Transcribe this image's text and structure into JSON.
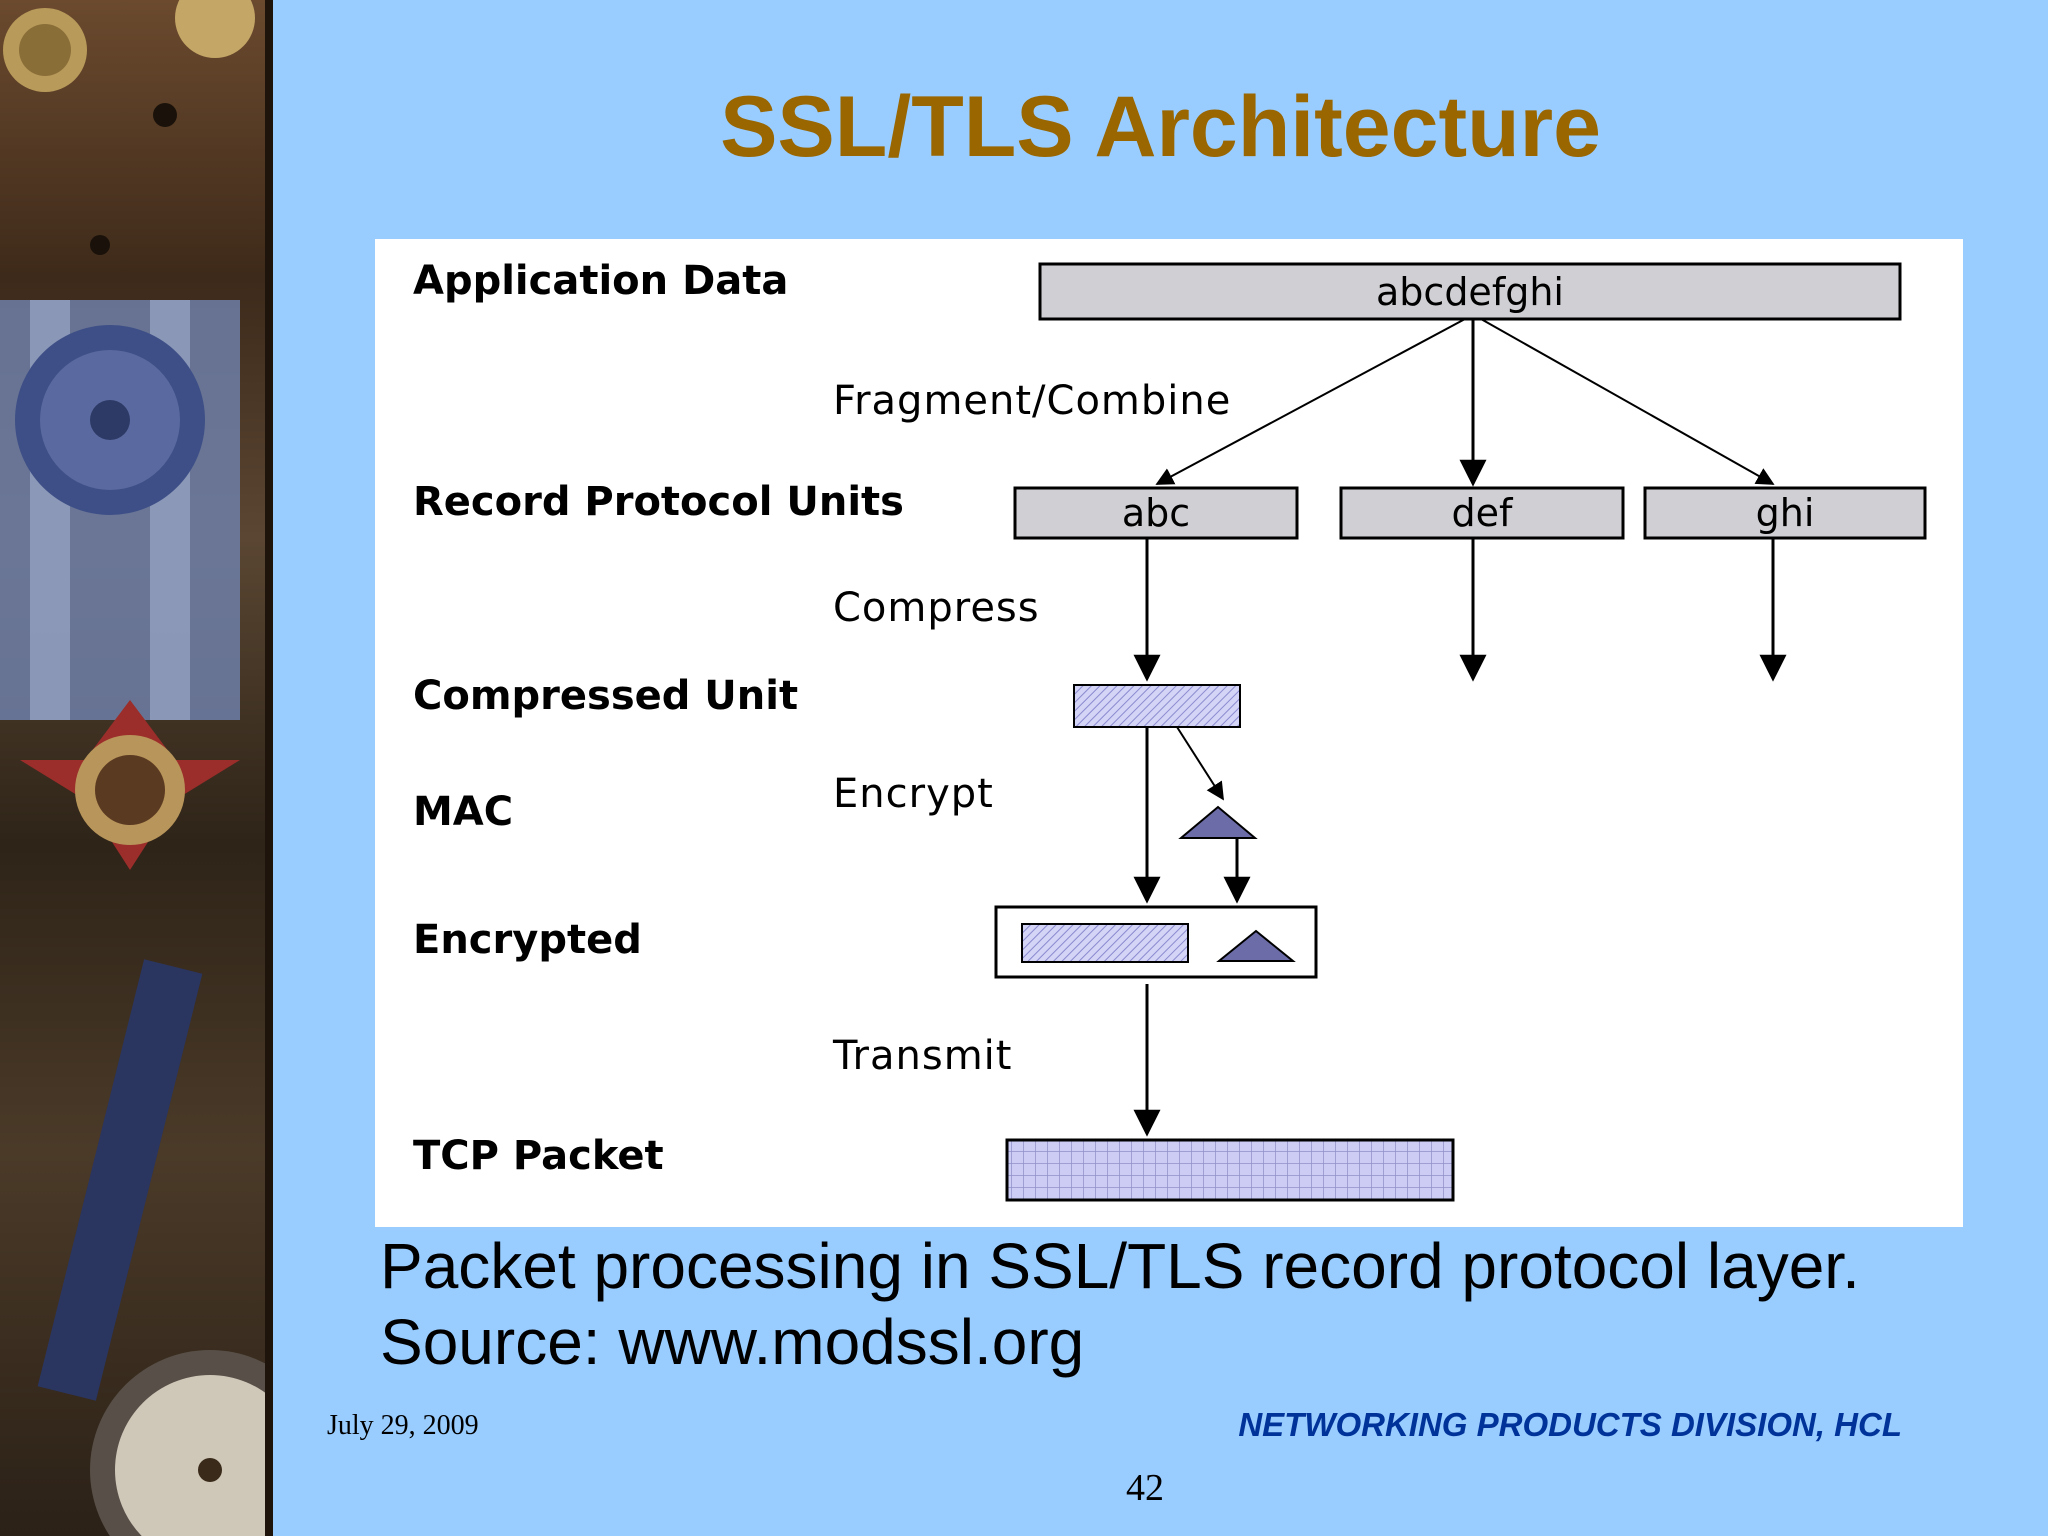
{
  "slide": {
    "title": "SSL/TLS Architecture",
    "caption": "Packet processing in SSL/TLS record protocol layer. Source: www.modssl.org",
    "date": "July 29, 2009",
    "division": "NETWORKING PRODUCTS DIVISION, HCL",
    "page_number": "42"
  },
  "diagram": {
    "stages": {
      "application_data": "Application Data",
      "record_protocol_units": "Record Protocol Units",
      "compressed_unit": "Compressed Unit",
      "mac": "MAC",
      "encrypted": "Encrypted",
      "tcp_packet": "TCP Packet"
    },
    "operations": {
      "fragment": "Fragment/Combine",
      "compress": "Compress",
      "encrypt": "Encrypt",
      "transmit": "Transmit"
    },
    "data_block": "abcdefghi",
    "fragments": [
      "abc",
      "def",
      "ghi"
    ],
    "colors": {
      "box_gray": "#d0d0d4",
      "hatch": "#b8b8ee",
      "mac_triangle": "#6c6ca8",
      "title": "#996600",
      "division": "#003399"
    }
  }
}
